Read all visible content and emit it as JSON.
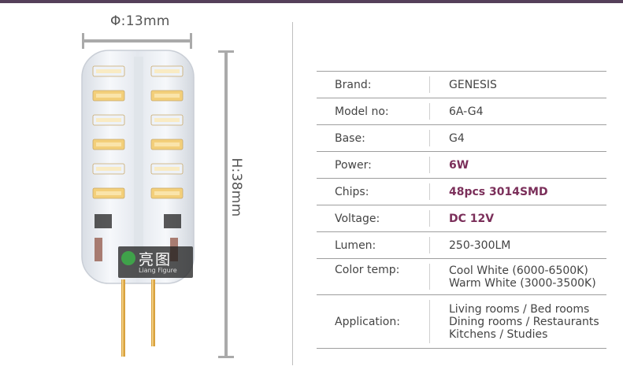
{
  "dimensions": {
    "width_label": "Φ:13mm",
    "height_label": "H:38mm"
  },
  "watermark": {
    "main": "亮图",
    "sub": "Liang   Figure"
  },
  "specs": [
    {
      "label": "Brand:",
      "value": [
        "GENESIS"
      ],
      "emphasis": false
    },
    {
      "label": "Model no:",
      "value": [
        "6A-G4"
      ],
      "emphasis": false
    },
    {
      "label": "Base:",
      "value": [
        "G4"
      ],
      "emphasis": false
    },
    {
      "label": "Power:",
      "value": [
        "6W"
      ],
      "emphasis": true
    },
    {
      "label": "Chips:",
      "value": [
        "48pcs 3014SMD"
      ],
      "emphasis": true
    },
    {
      "label": "Voltage:",
      "value": [
        "DC 12V"
      ],
      "emphasis": true
    },
    {
      "label": "Lumen:",
      "value": [
        "250-300LM"
      ],
      "emphasis": false
    },
    {
      "label": "Color temp:",
      "value": [
        "Cool White (6000-6500K)",
        "Warm White (3000-3500K)"
      ],
      "emphasis": false
    },
    {
      "label": "Application:",
      "value": [
        "Living rooms / Bed rooms",
        "Dining rooms / Restaurants",
        "Kitchens / Studies"
      ],
      "emphasis": false
    }
  ],
  "colors": {
    "accent": "#7b2f5a",
    "top_bar": "#55405a",
    "led_warm": "#f3cf7a",
    "led_cool": "#eef2f8",
    "pin": "#d9a23f"
  }
}
